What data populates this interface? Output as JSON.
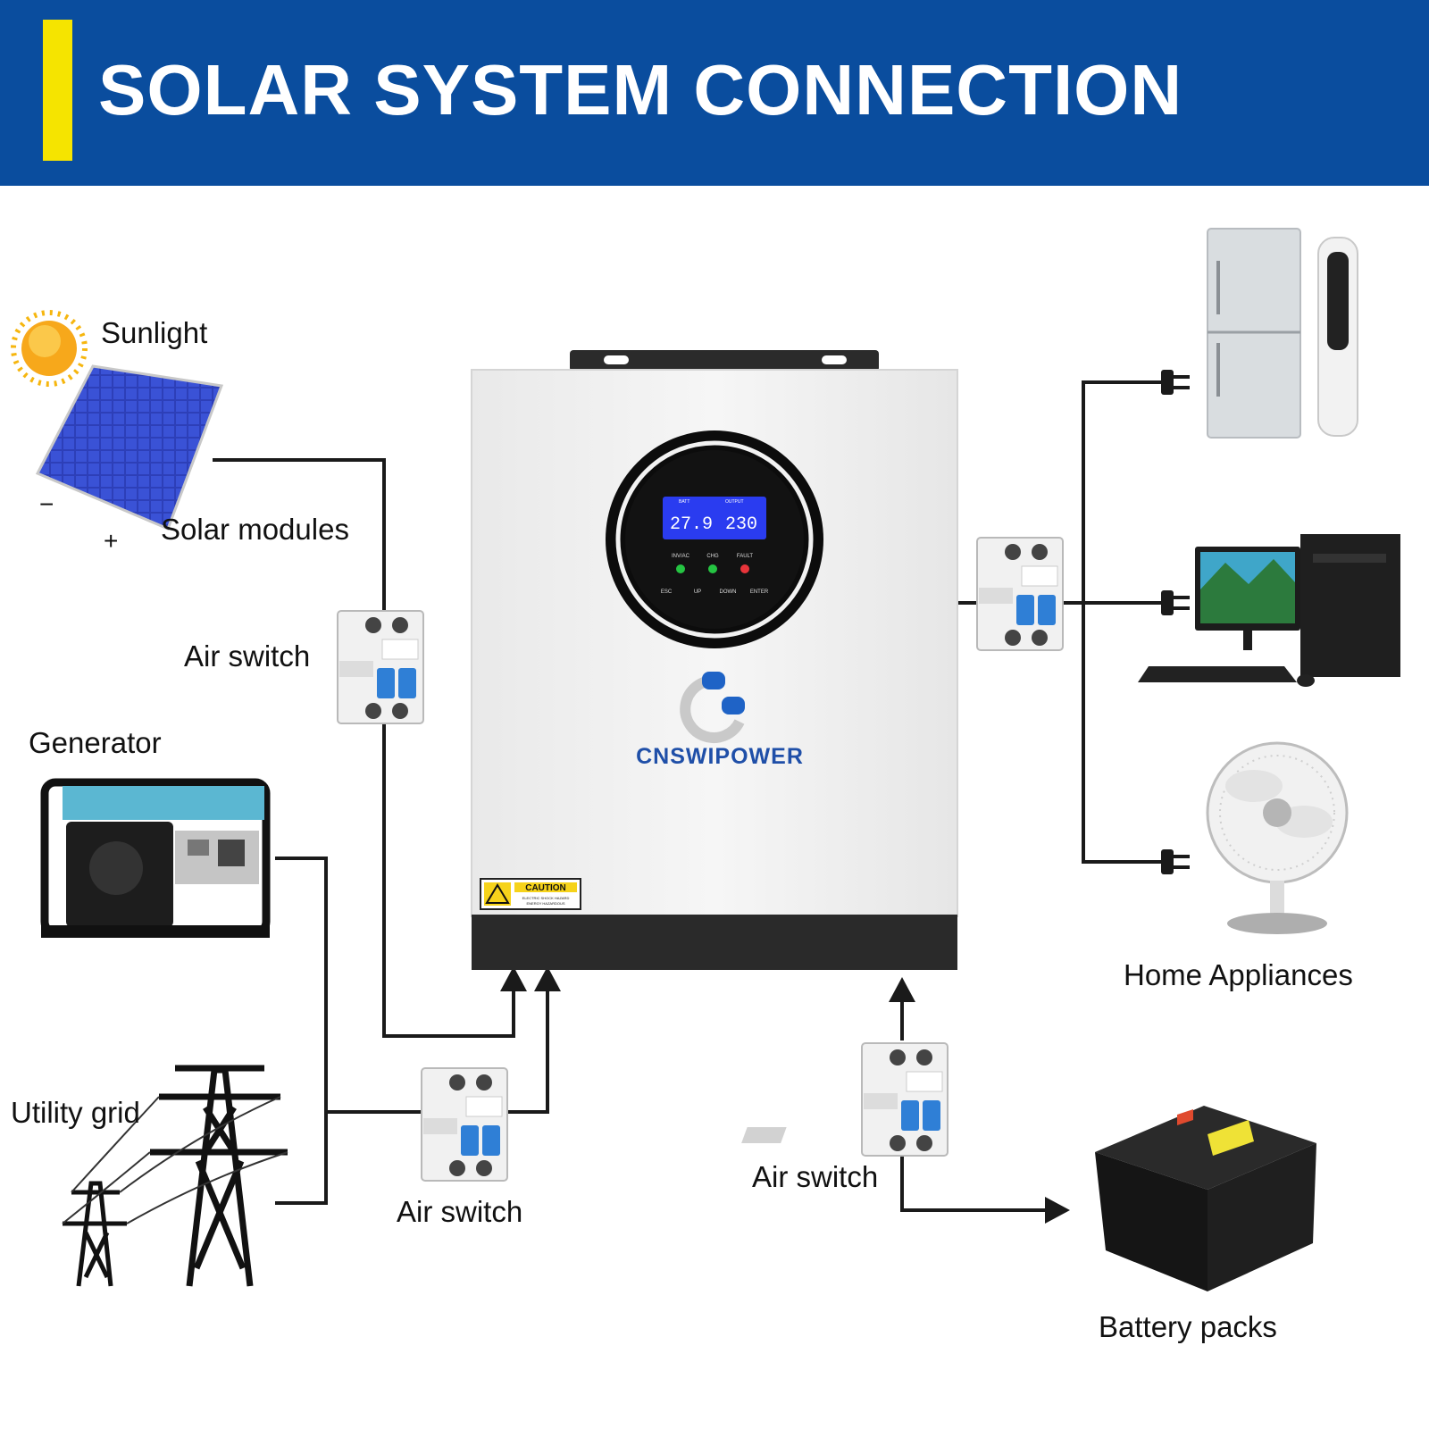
{
  "header": {
    "title": "SOLAR SYSTEM CONNECTION"
  },
  "labels": {
    "sunlight": "Sunlight",
    "solar_modules": "Solar modules",
    "minus": "−",
    "plus": "+",
    "air_switch_solar": "Air switch",
    "generator": "Generator",
    "utility_grid": "Utility grid",
    "air_switch_grid": "Air switch",
    "air_switch_battery": "Air switch",
    "home_appliances": "Home Appliances",
    "battery_packs": "Battery packs"
  },
  "inverter": {
    "brand": "CNSWIPOWER",
    "lcd_left": "27.9",
    "lcd_right": "230",
    "lcd_left_tag": "BATT",
    "lcd_right_tag": "OUTPUT",
    "led_labels": [
      "INV/AC",
      "CHG",
      "FAULT"
    ],
    "button_labels": [
      "ESC",
      "UP",
      "DOWN",
      "ENTER"
    ],
    "caution_title": "CAUTION",
    "caution_line1": "ELECTRIC SHOCK HAZARD",
    "caution_line2": "ENERGY HAZARDOUS"
  },
  "colors": {
    "header_bg": "#0a4d9e",
    "header_accent": "#f5e400",
    "wire": "#1a1a1a",
    "lcd": "#2a3cf0",
    "brand": "#1f4fa8",
    "breaker_handle": "#2f7fd6"
  }
}
